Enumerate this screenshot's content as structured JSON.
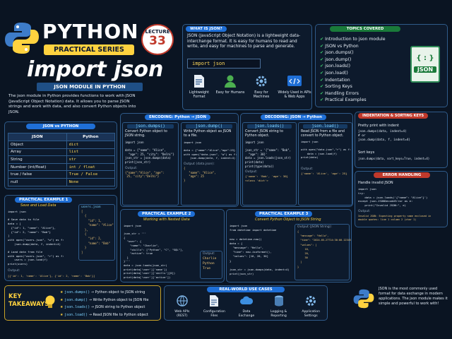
{
  "header": {
    "title": "PYTHON",
    "series": "PRACTICAL SERIES",
    "lecture_label": "LECTURE",
    "lecture_number": "33",
    "main_title": "import json",
    "ribbon": "JSON MODULE IN PYTHON",
    "intro": "The json module in Python provides functions to work with JSON (JavaScript Object Notation) data. It allows you to parse JSON strings and work with data, and also convert Python objects into JSON."
  },
  "what": {
    "title": "WHAT IS JSON?",
    "desc": "JSON (JavaScript Object Notation) is a lightweight data-interchange format. It is easy for humans to read and write, and easy for machines to parse and generate.",
    "import": "import json",
    "features": [
      {
        "label": "Lightweight Format",
        "icon": "document-icon"
      },
      {
        "label": "Easy for Humans",
        "icon": "person-icon"
      },
      {
        "label": "Easy for Machines",
        "icon": "gear-icon"
      },
      {
        "label": "Widely Used in APIs & Web Apps",
        "icon": "code-icon"
      }
    ]
  },
  "topics": {
    "title": "TOPICS COVERED",
    "items": [
      "Introduction to json module",
      "JSON vs Python",
      "json.dumps()",
      "json.dump()",
      "json.loads()",
      "json.load()",
      "Indentation",
      "Sorting Keys",
      "Handling Errors",
      "Practical Examples"
    ],
    "json_icon_text": "{ : }",
    "json_label": "JSON"
  },
  "compare": {
    "title": "JSON vs PYTHON",
    "head": [
      "JSON",
      "Python"
    ],
    "rows": [
      [
        "Object",
        "dict"
      ],
      [
        "Array",
        "list"
      ],
      [
        "String",
        "str"
      ],
      [
        "Number (int/float)",
        "int / float"
      ],
      [
        "true / false",
        "True / False"
      ],
      [
        "null",
        "None"
      ]
    ]
  },
  "encoding": {
    "title": "ENCODING: Python → JSON",
    "dumps": {
      "name": "json.dumps()",
      "desc": "Convert Python object to JSON string.",
      "code": "import json\n\ndata = {\"name\": \"Alice\",\n  \"age\": 25, \"city\": \"Delhi\"}\njson_str = json.dumps(data)\nprint(json_str)",
      "out_label": "Output:",
      "out": "{\"name\":\"Alice\", \"age\":\n 25, \"city\":\"Delhi\"}"
    },
    "dump": {
      "name": "json.dump()",
      "desc": "Write Python object as JSON to a file.",
      "code": "import json\n\ndata = {\"name\":\"Alice\",\"age\":25}\nwith open(\"data.json\", \"w\") as f:\n    json.dump(data, f, indent=4)",
      "out_label": "Output (data.json):",
      "out": "{\n   \"name\": \"Alice\",\n   \"age\": 25\n}"
    }
  },
  "decoding": {
    "title": "DECODING: JSON → Python",
    "loads": {
      "name": "json.loads()",
      "desc": "Convert JSON string to Python object.",
      "code": "import json\n\njson_str = '{\"name\": \"Bob\",\n  \"age\": 30}'\ndata = json.loads(json_str)\nprint(data)\nprint(type(data))",
      "out_label": "Output:",
      "out": "{'name': 'Bob', 'age': 30}\n<class 'dict'>"
    },
    "load": {
      "name": "json.load()",
      "desc": "Read JSON from a file and convert to Python object.",
      "code": "import json\n\nwith open(\"data.json\",\"r\") as f:\n    data = json.load(f)\nprint(data)",
      "out_label": "Output:",
      "out": "{'name': 'Alice', 'age': 25}"
    }
  },
  "sorting": {
    "title": "INDENTATION & SORTING KEYS",
    "pretty_label": "Pretty print with indent",
    "pretty_code": "json.dumps(data, indent=4)\n# or\njson.dump(data, f, indent=4)",
    "sort_label": "Sort keys",
    "sort_code": "json.dumps(data, sort_keys=True, indent=4)"
  },
  "error": {
    "title": "ERROR HANDLING",
    "label": "Handle invalid JSON",
    "code": "import json\ntry:\n    data = json.loads('{\"name\": \"Alice\"}')\nexcept json.JSONDecodeError as e:\n    print(\"Invalid JSON:\", e)",
    "out_label": "Output:",
    "out": "Invalid JSON: Expecting property name enclosed in\ndouble quotes: line 1 column 2 (char 1)"
  },
  "ex1": {
    "title": "PRACTICAL EXAMPLE 1",
    "subtitle": "Save and Load Data",
    "code": "import json\n\n# Save data to file\ndata = [\n  {\"id\": 1, \"name\": \"Alice\"},\n  {\"id\": 2, \"name\": \"Bob\"}\n]\nwith open(\"users.json\", \"w\") as f:\n    json.dump(data, f, indent=4)\n\n# Load data from file\nwith open(\"users.json\", \"r\") as f:\n    users = json.load(f)\nprint(users)",
    "file_label": "users.json",
    "file": "[\n  {\n    \"id\": 1,\n    \"name\": \"Alice\"\n  },\n  {\n    \"id\": 2,\n    \"name\": \"Bob\"\n  }\n]",
    "out_label": "Output:",
    "out": "[{'id': 1, 'name': 'Alice'}, {'id': 2, 'name': 'Bob'}]"
  },
  "ex2": {
    "title": "PRACTICAL EXAMPLE 2",
    "subtitle": "Working with Nested Data",
    "code": "import json\n\njson_str = '''\n{\n  \"user\": {\n    \"name\": \"Charlie\",\n    \"skills\": [\"Python\", \"C\", \"SQL\"],\n    \"active\": true\n  }\n}'''\ndata = json.loads(json_str)\nprint(data['user']['name'])\nprint(data['user']['skills'][0])\nprint(data['user']['active'])",
    "out_label": "Output:",
    "out": "Charlie\nPython\nTrue"
  },
  "ex3": {
    "title": "PRACTICAL EXAMPLE 3",
    "subtitle": "Convert Python Object to JSON String",
    "code": "import json\nfrom datetime import datetime\n\nnow = datetime.now()\ndata = {\n  \"message\": \"Hello\",\n  \"time\": now.isoformat(),\n  \"values\": [10, 20, 30]\n}\n\njson_str = json.dumps(data, indent=4)\nprint(json_str)",
    "out_label": "Output (JSON String):",
    "out": "{\n  \"message\": \"Hello\",\n  \"time\": \"2024-05-27T14:30:00.123456\",\n  \"values\": [\n     10,\n     20,\n     30\n  ]\n}"
  },
  "takeaways": {
    "title": "KEY TAKEAWAYS",
    "items": [
      {
        "fn": "json.dumps()",
        "desc": "Python object to JSON string"
      },
      {
        "fn": "json.dump()",
        "desc": "Write Python object to JSON file"
      },
      {
        "fn": "json.loads()",
        "desc": "JSON string to Python object"
      },
      {
        "fn": "json.load()",
        "desc": "Read JSON file to Python object"
      }
    ]
  },
  "usecases": {
    "title": "REAL-WORLD USE CASES",
    "items": [
      {
        "label": "Web APIs (REST)",
        "icon": "globe-icon"
      },
      {
        "label": "Configuration Files",
        "icon": "file-icon"
      },
      {
        "label": "Data Exchange",
        "icon": "cloud-icon"
      },
      {
        "label": "Logging & Reporting",
        "icon": "database-icon"
      },
      {
        "label": "Application Settings",
        "icon": "gear-icon"
      }
    ]
  },
  "footer": {
    "text": "JSON is the most commonly used format for data exchange in modern applications. The json module makes it simple and powerful to work with!"
  },
  "colors": {
    "accent": "#ffd23f",
    "panel_border": "#2f5b8a",
    "blue_tag": "#1f6fd6",
    "red_tag": "#c0392b"
  }
}
